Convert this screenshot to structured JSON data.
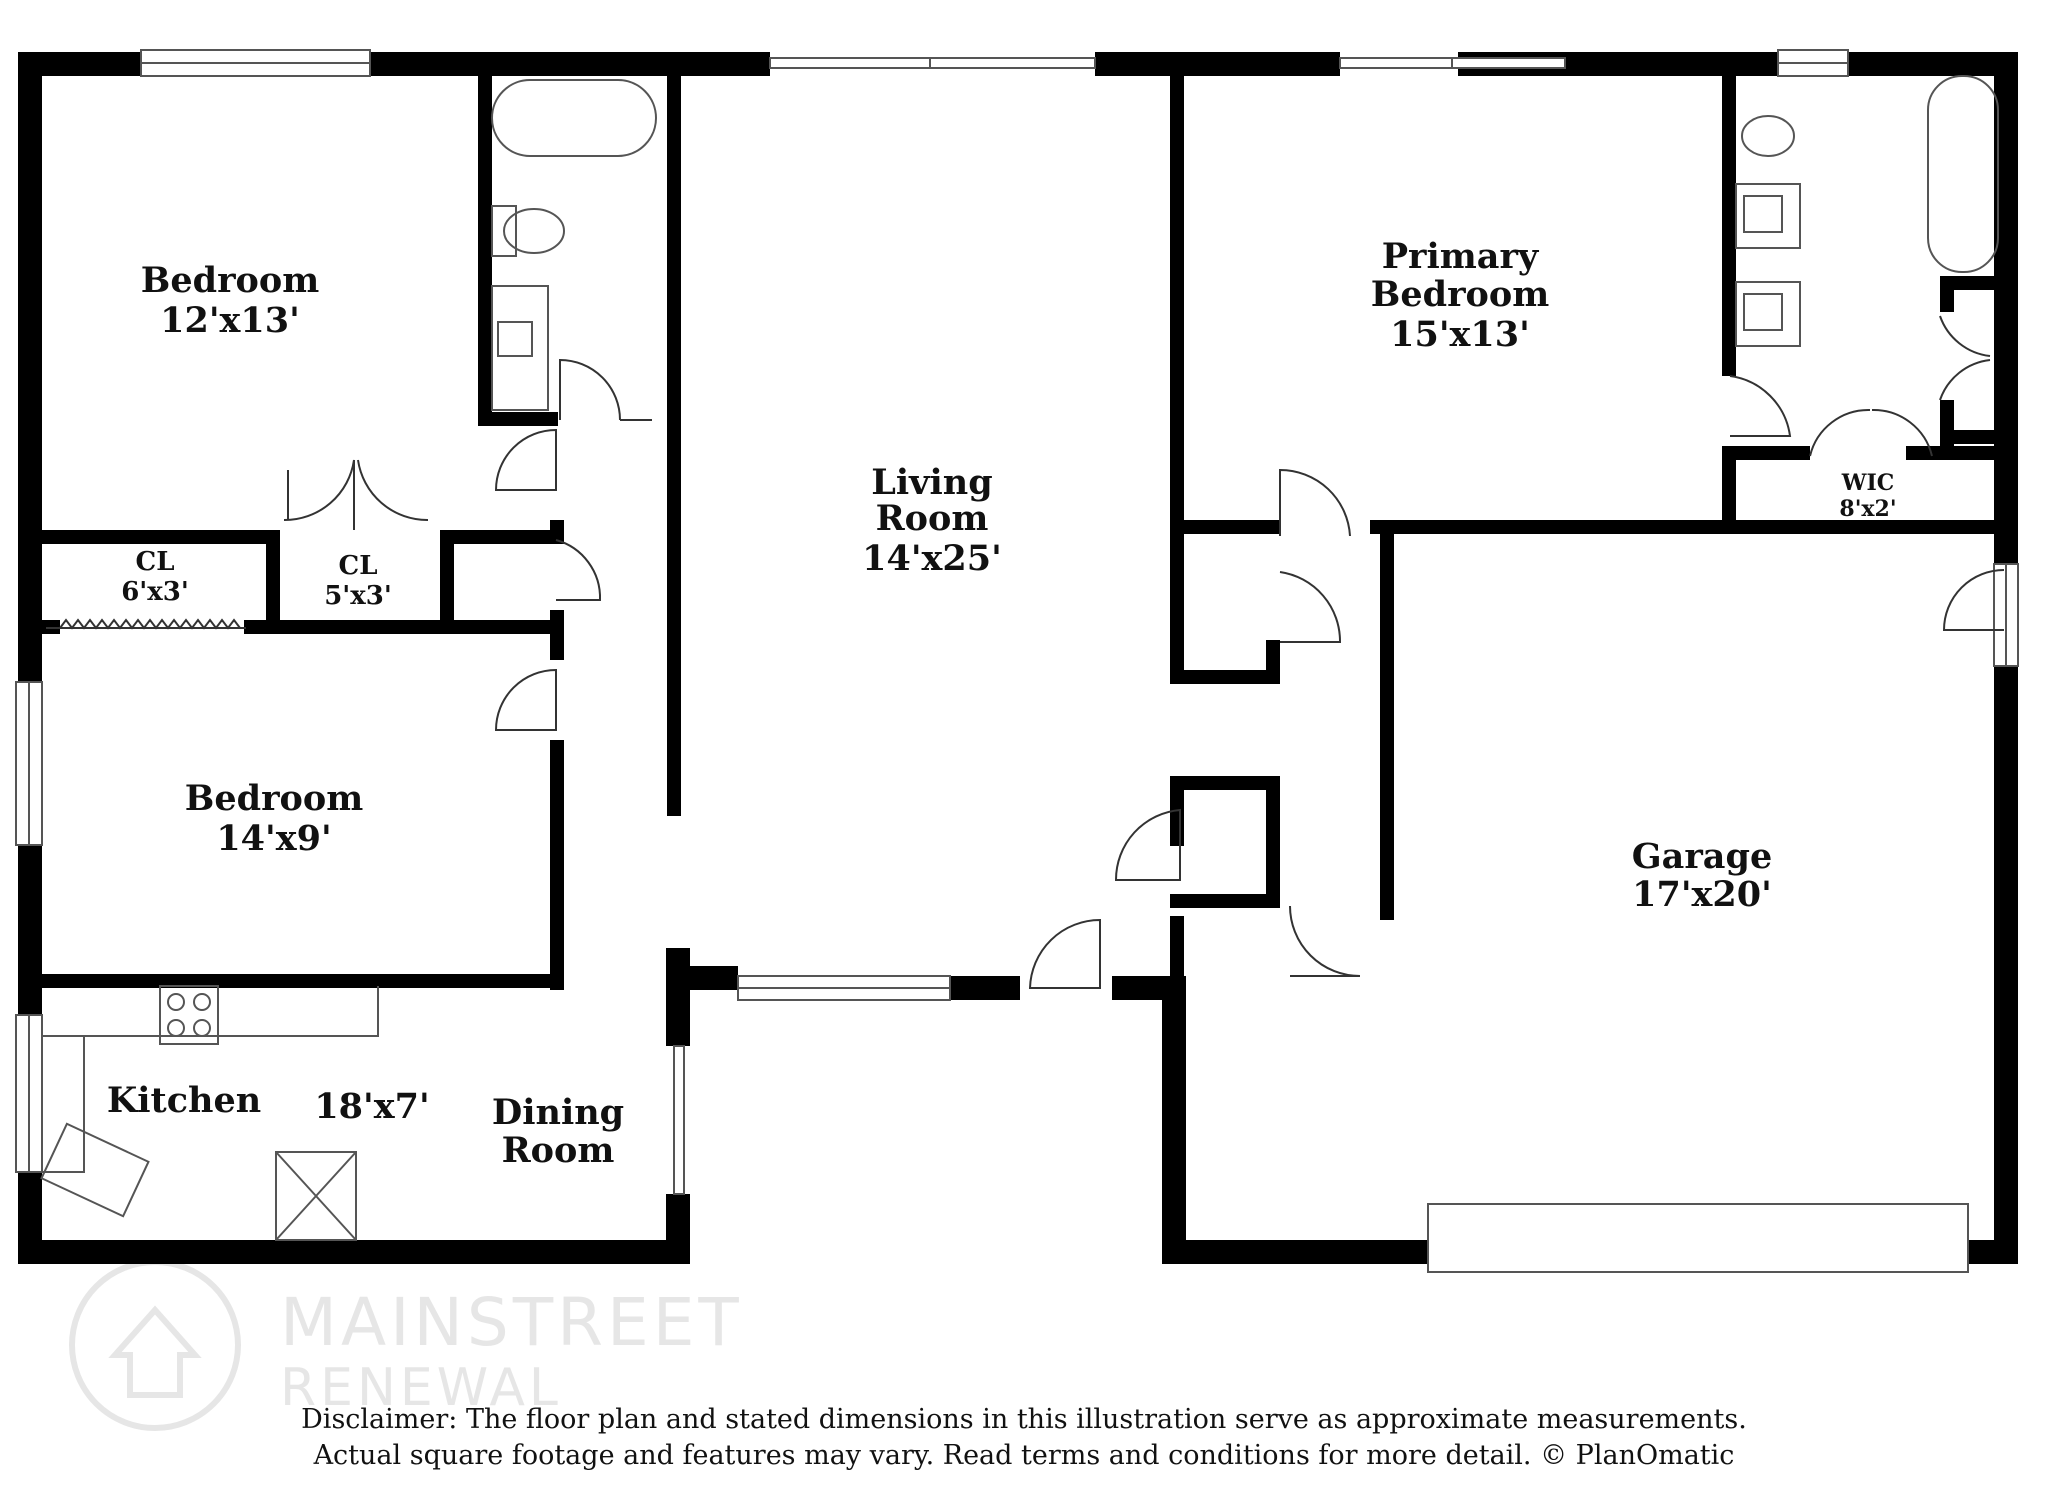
{
  "rooms": {
    "bedroom1": {
      "name": "Bedroom",
      "dims": "12'x13'"
    },
    "bedroom2": {
      "name": "Bedroom",
      "dims": "14'x9'"
    },
    "closet1": {
      "name": "CL",
      "dims": "6'x3'"
    },
    "closet2": {
      "name": "CL",
      "dims": "5'x3'"
    },
    "living": {
      "name_line1": "Living",
      "name_line2": "Room",
      "dims": "14'x25'"
    },
    "primary": {
      "name_line1": "Primary",
      "name_line2": "Bedroom",
      "dims": "15'x13'"
    },
    "wic": {
      "name": "WIC",
      "dims": "8'x2'"
    },
    "garage": {
      "name": "Garage",
      "dims": "17'x20'"
    },
    "kitchen": {
      "name": "Kitchen",
      "dims": "18'x7'"
    },
    "dining": {
      "name_line1": "Dining",
      "name_line2": "Room"
    }
  },
  "watermark": {
    "line1": "MAINSTREET",
    "line2": "RENEWAL"
  },
  "disclaimer": {
    "line1": "Disclaimer: The floor plan and stated dimensions in this illustration serve as approximate measurements.",
    "line2": "Actual square footage and features may vary. Read terms and conditions for more detail. © PlanOmatic"
  },
  "colors": {
    "wall": "#000000",
    "background": "#ffffff",
    "fixture": "#555555",
    "watermark": "#e6e6e6"
  }
}
